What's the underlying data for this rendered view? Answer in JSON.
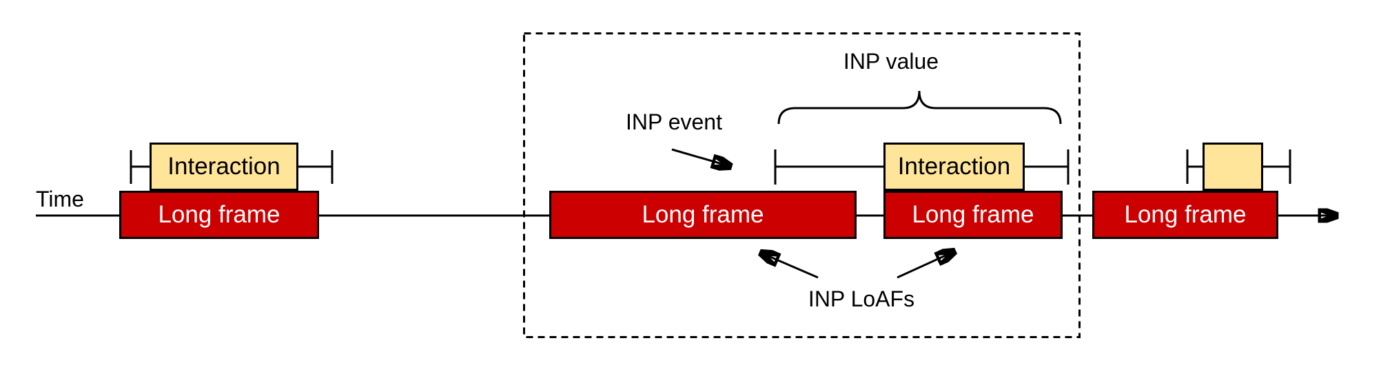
{
  "diagram": {
    "time_label": "Time",
    "annotations": {
      "inp_event": "INP event",
      "inp_value": "INP value",
      "inp_loafs": "INP LoAFs"
    },
    "long_frames": [
      {
        "label": "Long frame"
      },
      {
        "label": "Long frame"
      },
      {
        "label": "Long frame"
      },
      {
        "label": "Long frame"
      }
    ],
    "interactions": [
      {
        "label": "Interaction"
      },
      {
        "label": "Interaction"
      },
      {
        "label": ""
      }
    ],
    "colors": {
      "background": "#FFFFFF",
      "stroke": "#000000",
      "long_frame_fill": "#CC0000",
      "long_frame_text": "#FFFFFF",
      "interaction_fill": "#FFE599"
    }
  }
}
